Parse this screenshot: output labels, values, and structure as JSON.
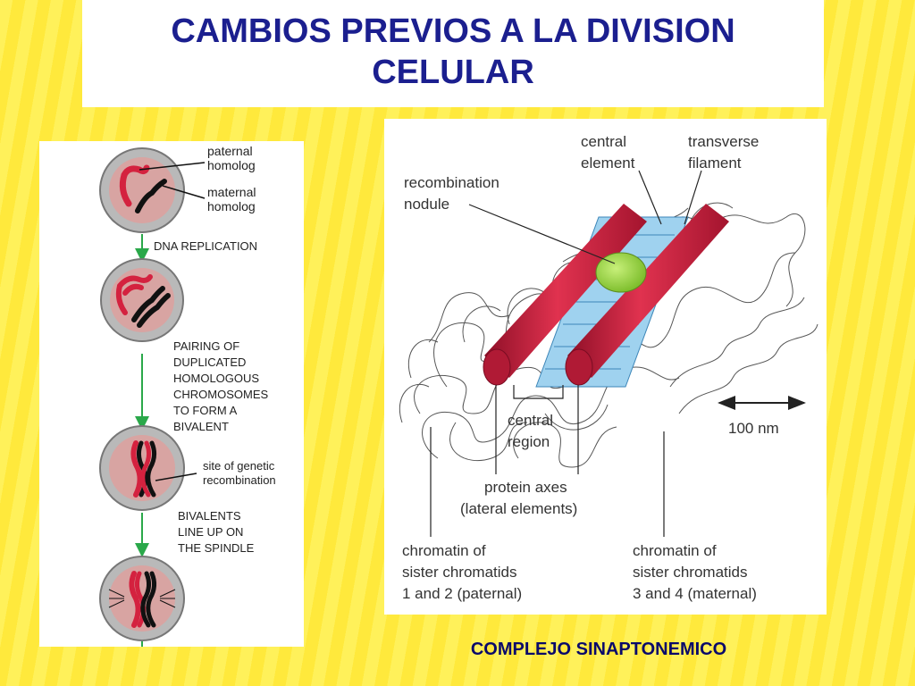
{
  "title": {
    "line1": "CAMBIOS PREVIOS A LA DIVISION",
    "line2": "CELULAR"
  },
  "left_diagram": {
    "paternal_homolog": [
      "paternal",
      "homolog"
    ],
    "maternal_homolog": [
      "maternal",
      "homolog"
    ],
    "dna_replication": "DNA REPLICATION",
    "pairing": [
      "PAIRING OF",
      "DUPLICATED",
      "HOMOLOGOUS",
      "CHROMOSOMES",
      "TO FORM A",
      "BIVALENT"
    ],
    "recombination_site": [
      "site of genetic",
      "recombination"
    ],
    "bivalents_line_up": [
      "BIVALENTS",
      "LINE UP ON",
      "THE SPINDLE"
    ]
  },
  "right_diagram": {
    "central_element": [
      "central",
      "element"
    ],
    "transverse_filament": [
      "transverse",
      "filament"
    ],
    "recombination_nodule": [
      "recombination",
      "nodule"
    ],
    "central_region": [
      "central",
      "region"
    ],
    "scale": "100 nm",
    "protein_axes": [
      "protein axes",
      "(lateral elements)"
    ],
    "chromatin_paternal": [
      "chromatin of",
      "sister chromatids",
      "1 and 2 (paternal)"
    ],
    "chromatin_maternal": [
      "chromatin of",
      "sister chromatids",
      "3 and 4 (maternal)"
    ]
  },
  "caption": "COMPLEJO SINAPTONEMICO",
  "colors": {
    "title": "#1b1f8f",
    "chromosome_red": "#d4223f",
    "axis_blue": "#8fc8e8",
    "nodule_green": "#9ed84a",
    "arrow_green": "#2aa84a"
  }
}
